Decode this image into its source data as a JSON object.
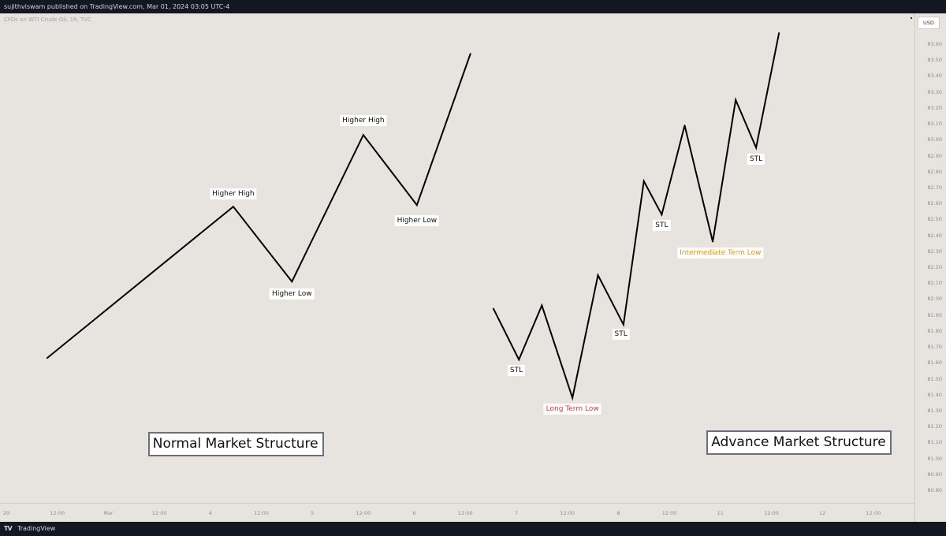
{
  "header": {
    "publish_line": "sujithviswam published on TradingView.com, Mar 01, 2024 03:05 UTC-4"
  },
  "chart_title": "CFDs on WTI Crude Oil, 1h, TVC",
  "currency": "USD",
  "footer": {
    "logo": "TV",
    "brand": "TradingView"
  },
  "price_axis": [
    "83.60",
    "83.50",
    "83.40",
    "83.30",
    "83.20",
    "83.10",
    "83.00",
    "82.90",
    "82.80",
    "82.70",
    "82.60",
    "82.50",
    "82.40",
    "82.30",
    "82.20",
    "82.10",
    "82.00",
    "81.90",
    "81.80",
    "81.70",
    "81.60",
    "81.50",
    "81.40",
    "81.30",
    "81.20",
    "81.10",
    "81.00",
    "80.90",
    "80.80"
  ],
  "time_axis": [
    "29",
    "12:00",
    "Mar",
    "12:00",
    "4",
    "12:00",
    "5",
    "12:00",
    "6",
    "12:00",
    "7",
    "12:00",
    "8",
    "12:00",
    "11",
    "12:00",
    "12",
    "12:00"
  ],
  "colors": {
    "background": "#e7e3de",
    "line": "#000000",
    "long_term_low": "#d9364b",
    "intermediate_term_low": "#e8950c"
  },
  "chart_data": {
    "type": "line",
    "ylim": [
      80.74,
      83.79
    ],
    "series": [
      {
        "points": [
          [
            0.8,
            81.63
          ],
          [
            4.45,
            82.58
          ],
          [
            5.6,
            82.11
          ],
          [
            7.0,
            83.03
          ],
          [
            8.05,
            82.59
          ],
          [
            9.1,
            83.54
          ]
        ]
      },
      {
        "points": [
          [
            9.55,
            81.94
          ],
          [
            10.05,
            81.62
          ],
          [
            10.5,
            81.96
          ],
          [
            11.1,
            81.38
          ],
          [
            11.6,
            82.15
          ],
          [
            12.1,
            81.84
          ],
          [
            12.5,
            82.74
          ],
          [
            12.85,
            82.53
          ],
          [
            13.3,
            83.09
          ],
          [
            13.85,
            82.36
          ],
          [
            14.3,
            83.25
          ],
          [
            14.7,
            82.95
          ],
          [
            15.15,
            83.67
          ]
        ]
      }
    ],
    "annotations": [
      {
        "text": "Higher High",
        "x": 4.45,
        "y": 82.66,
        "style": "normal"
      },
      {
        "text": "Higher Low",
        "x": 5.6,
        "y": 82.03,
        "style": "normal"
      },
      {
        "text": "Higher High",
        "x": 7.0,
        "y": 83.12,
        "style": "normal"
      },
      {
        "text": "Higher Low",
        "x": 8.05,
        "y": 82.49,
        "style": "normal"
      },
      {
        "text": "STL",
        "x": 10.0,
        "y": 81.55,
        "style": "normal"
      },
      {
        "text": "Long Term Low",
        "x": 11.1,
        "y": 81.31,
        "style": "red"
      },
      {
        "text": "STL",
        "x": 12.05,
        "y": 81.78,
        "style": "normal"
      },
      {
        "text": "STL",
        "x": 12.85,
        "y": 82.46,
        "style": "normal"
      },
      {
        "text": "Intermediate Term Low",
        "x": 14.0,
        "y": 82.29,
        "style": "orange"
      },
      {
        "text": "STL",
        "x": 14.7,
        "y": 82.88,
        "style": "normal"
      }
    ],
    "boxes": [
      {
        "text": "Normal Market Structure",
        "x": 0.8,
        "y": 81.08
      },
      {
        "text": "Advance Market Structure",
        "x": 11.75,
        "y": 81.09
      }
    ]
  }
}
